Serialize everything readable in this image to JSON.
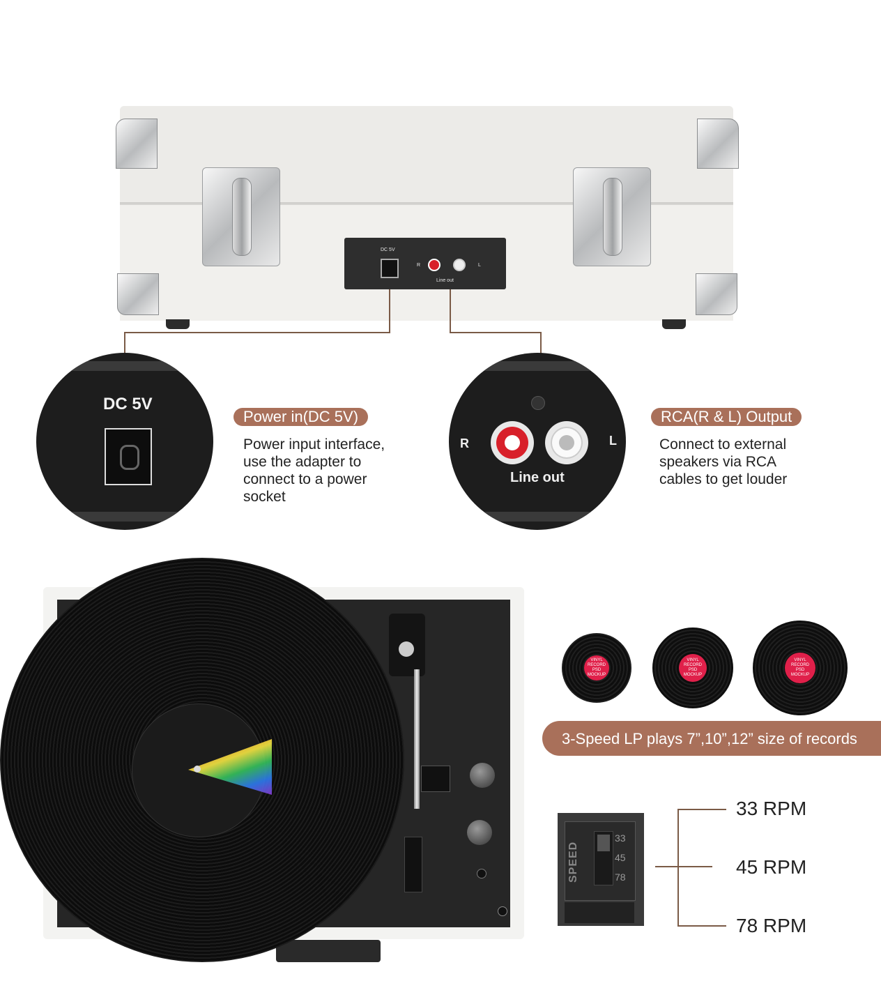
{
  "back_panel": {
    "dc_label": "DC 5V",
    "r_label": "R",
    "l_label": "L",
    "line_out_label": "Line out"
  },
  "power": {
    "zoom_label": "DC 5V",
    "title": "Power in(DC 5V)",
    "description": "Power input interface,\nuse the adapter to\nconnect to a power\nsocket"
  },
  "rca": {
    "zoom_r": "R",
    "zoom_l": "L",
    "zoom_line_out": "Line out",
    "title": "RCA(R & L) Output",
    "description": "Connect to external\nspeakers via RCA\ncables to get louder"
  },
  "records": {
    "banner": "3-Speed LP plays 7”,10”,12” size of records",
    "mini_label": "VINYL\nRECORD\nPSD\nMOCKUP"
  },
  "speed": {
    "switch_label": "SPEED",
    "marks": [
      "33",
      "45",
      "78"
    ],
    "options": [
      "33 RPM",
      "45 RPM",
      "78 RPM"
    ]
  },
  "colors": {
    "accent": "#a9705a",
    "connector_line": "#7a5a46"
  }
}
